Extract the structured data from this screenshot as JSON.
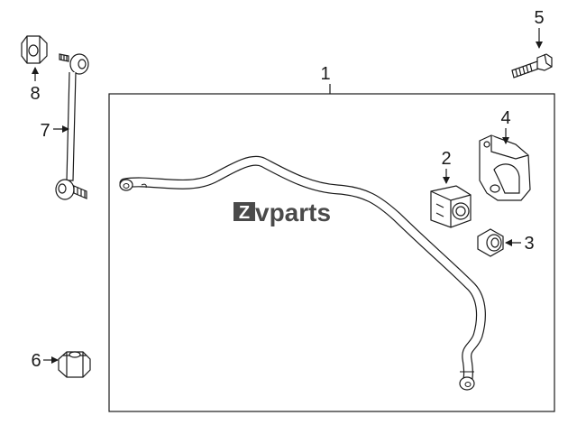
{
  "callouts": {
    "c1": "1",
    "c2": "2",
    "c3": "3",
    "c4": "4",
    "c5": "5",
    "c6": "6",
    "c7": "7",
    "c8": "8"
  },
  "watermark": {
    "mark": "Z",
    "text": "vparts"
  },
  "colors": {
    "line": "#1a1a1a",
    "part_fill": "#ffffff",
    "watermark": "#4a4a4a"
  },
  "icons": {
    "stabilizer_bar": "stabilizer-bar-icon",
    "bushing": "bushing-icon",
    "spacer": "spacer-icon",
    "bracket": "bracket-icon",
    "bolt": "bolt-icon",
    "nut_bottom": "nut-icon",
    "stabilizer_link": "stabilizer-link-icon",
    "nut_top": "nut-icon"
  }
}
